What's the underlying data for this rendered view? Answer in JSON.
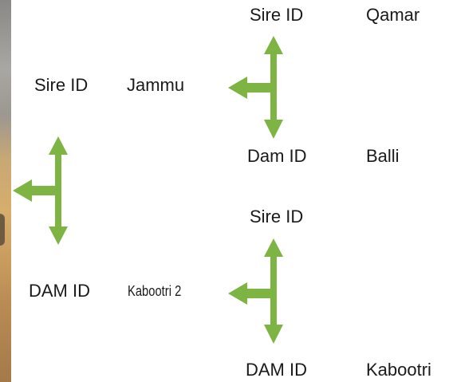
{
  "pedigree": {
    "animal": {
      "sire_label": "Sire ID",
      "sire_value": "Jammu",
      "dam_label": "DAM ID",
      "dam_value": "Kabootri 2"
    },
    "sire_parents": {
      "sire_label": "Sire ID",
      "sire_value": "Qamar",
      "dam_label": "Dam ID",
      "dam_value": "Balli"
    },
    "dam_parents": {
      "sire_label": "Sire ID",
      "sire_value": "",
      "dam_label": "DAM ID",
      "dam_value": "Kabootri"
    }
  },
  "colors": {
    "arrow": "#7db443",
    "text": "#1a1a1a"
  }
}
